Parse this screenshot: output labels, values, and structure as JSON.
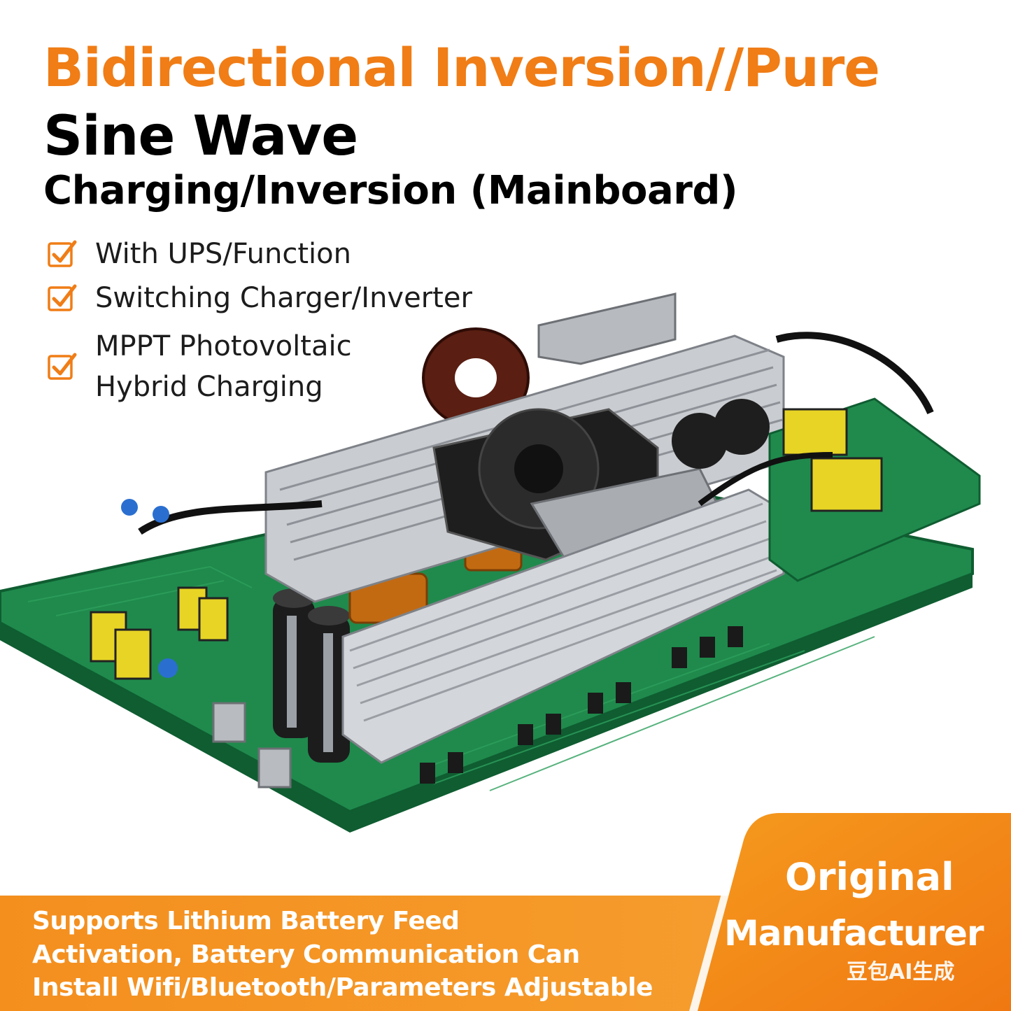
{
  "headline": {
    "line1": "Bidirectional Inversion//Pure",
    "line2": "Sine Wave",
    "line3": "Charging/Inversion (Mainboard)"
  },
  "features": [
    {
      "text": "With UPS/Function"
    },
    {
      "text": "Switching Charger/Inverter"
    },
    {
      "line1": "MPPT Photovoltaic",
      "line2": "Hybrid Charging"
    }
  ],
  "bottom_banner": {
    "line1": "Supports Lithium Battery Feed",
    "line2": "Activation, Battery Communication Can",
    "line3": "Install Wifi/Bluetooth/Parameters Adjustable"
  },
  "badge": {
    "line1": "Original",
    "line2": "Manufacturer"
  },
  "watermark": "豆包AI生成",
  "colors": {
    "accent_orange": "#f07d16",
    "banner_orange": "#f5962a",
    "pcb_green": "#1f8a4c",
    "heatsink_silver": "#c9ccd0"
  },
  "icons": [
    "checkbox-check-icon"
  ]
}
